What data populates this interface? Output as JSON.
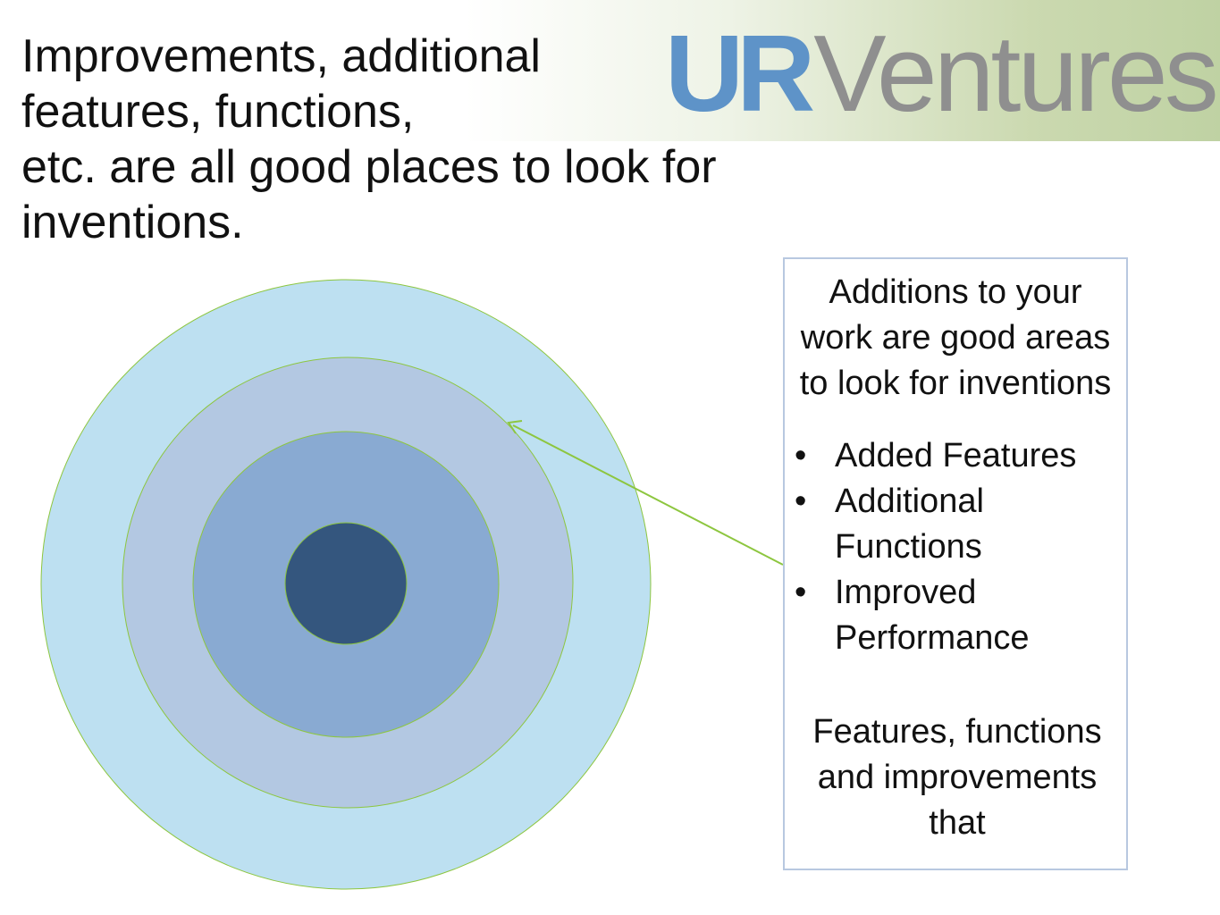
{
  "heading": {
    "line1": "Improvements, additional",
    "line2": "features, functions,",
    "line3": "etc. are all good places to look for inventions."
  },
  "logo": {
    "part1": "UR",
    "part2": "Ventures"
  },
  "colors": {
    "outer_ring": "#bde0f1",
    "second_ring": "#b3c8e2",
    "third_ring": "#89aad2",
    "center": "#34567e",
    "ring_stroke": "#8dc63f",
    "arrow": "#8dc63f",
    "logo_ur": "#5e93c8",
    "logo_ventures": "#8f8f8f"
  },
  "callout": {
    "intro": "Additions to your work are good areas to look for inventions",
    "bullets": [
      "Added Features",
      "Additional Functions",
      "Improved Performance"
    ],
    "outro": "Features, functions and improvements that"
  }
}
